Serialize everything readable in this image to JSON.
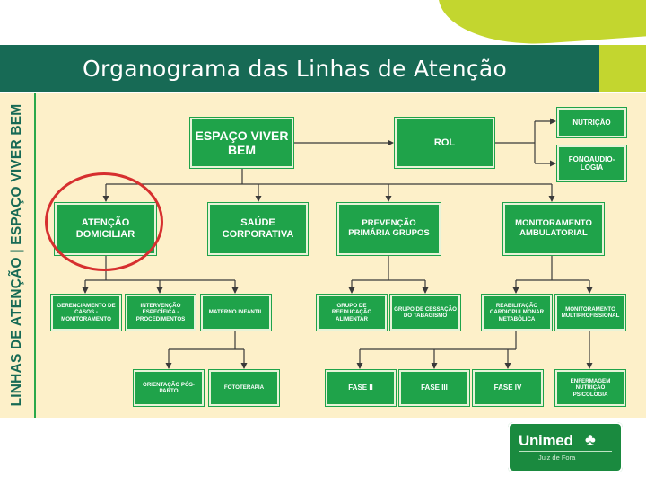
{
  "header": {
    "title": "Organograma das Linhas de Atenção"
  },
  "side_label": "LINHAS DE ATENÇÃO | ESPAÇO VIVER BEM",
  "diagram": {
    "top": {
      "espaco": "ESPAÇO VIVER BEM",
      "rol": "ROL",
      "nutricao": "NUTRIÇÃO",
      "fonoaudiologia": "FONOAUDIO- LOGIA"
    },
    "main": {
      "atencao_domiciliar": "ATENÇÃO DOMICILIAR",
      "saude_corporativa": "SAÚDE CORPORATIVA",
      "prevencao": "PREVENÇÃO PRIMÁRIA GRUPOS",
      "monitoramento": "MONITORAMENTO AMBULATORIAL"
    },
    "sub": {
      "gerenciamento": "GERENCIAMENTO DE CASOS - MONITORAMENTO",
      "intervencao": "INTERVENÇÃO ESPECÍFICA - PROCEDIMENTOS",
      "materno": "MATERNO INFANTIL",
      "reeducacao": "GRUPO DE REEDUCAÇÃO ALIMENTAR",
      "tabagismo": "GRUPO DE CESSAÇÃO DO TABAGISMO",
      "reabilitacao": "REABILITAÇÃO CARDIOPULMONAR METABÓLICA",
      "multiprofissional": "MONITORAMENTO MULTIPROFISSIONAL"
    },
    "bottom": {
      "orientacao": "ORIENTAÇÃO PÓS-PARTO",
      "fototerapia": "FOTOTERAPIA",
      "fase2": "FASE II",
      "fase3": "FASE III",
      "fase4": "FASE IV",
      "enfermagem": "ENFERMAGEM NUTRIÇÃO PSICOLOGIA"
    }
  },
  "logo": {
    "name": "Unimed",
    "subtitle": "Juiz de Fora"
  },
  "colors": {
    "title_bar": "#176a55",
    "accent_lime": "#c3d62f",
    "node_green": "#1fa34a",
    "background_cream": "#fdf0c9",
    "connector": "#3a3a3a",
    "highlight_red": "#d62f2f"
  }
}
